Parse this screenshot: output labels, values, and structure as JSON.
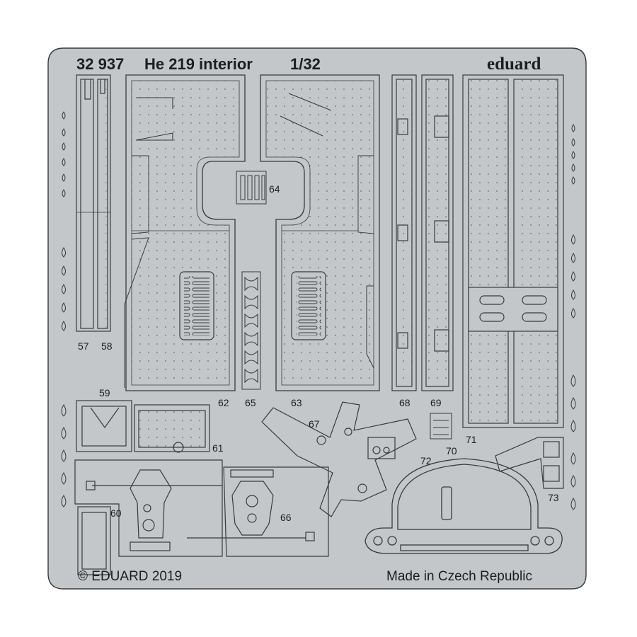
{
  "sheet": {
    "code": "32 937",
    "name": "He 219 interior",
    "scale": "1/32",
    "brand": "eduard",
    "copyright": "© EDUARD 2019",
    "made_in": "Made in Czech Republic"
  },
  "parts": {
    "p57": "57",
    "p58": "58",
    "p59": "59",
    "p60": "60",
    "p61": "61",
    "p62": "62",
    "p63": "63",
    "p64": "64",
    "p65": "65",
    "p66": "66",
    "p67": "67",
    "p68": "68",
    "p69": "69",
    "p70": "70",
    "p71": "71",
    "p72": "72",
    "p73": "73"
  },
  "colors": {
    "fret": "#c3c7ca",
    "outline": "#3a3a3a",
    "text": "#1e1e1e"
  }
}
